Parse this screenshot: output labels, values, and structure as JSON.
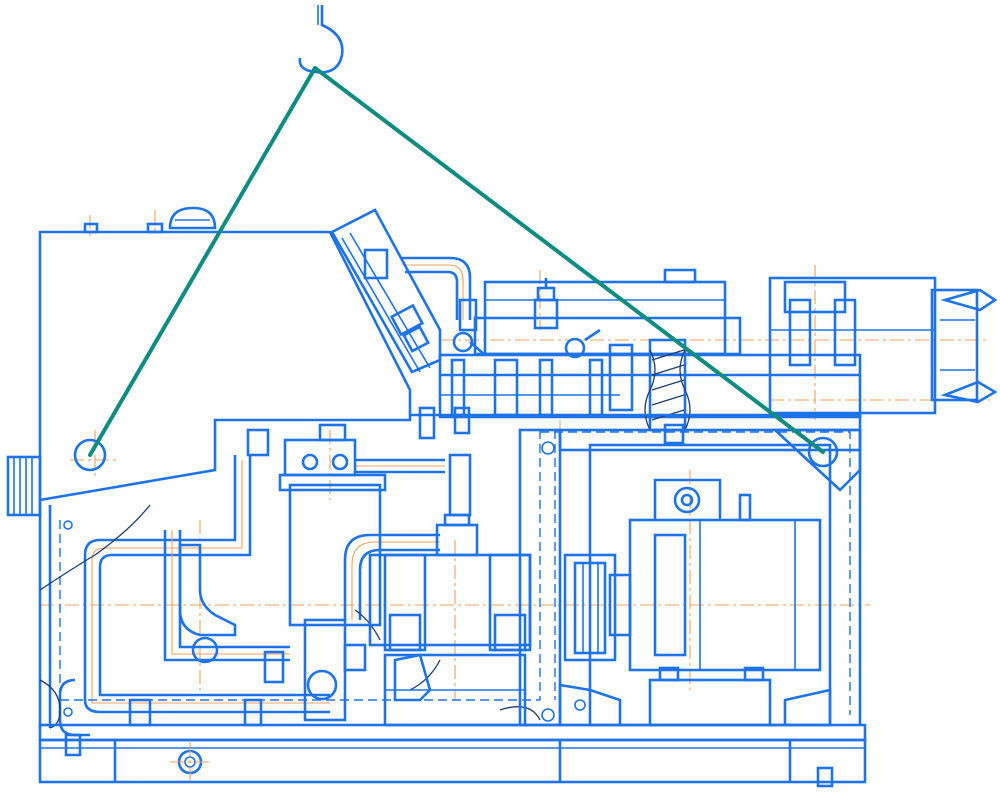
{
  "drawing": {
    "kind": "technical-drawing",
    "colors": {
      "background": "#ffffff",
      "outline": "#1E73E8",
      "axis_lines": "#F0A060",
      "sling": "#0E8C7F",
      "break_line": "#1E3A6E"
    },
    "components": [
      "lifting-hook",
      "sling-rope",
      "tank",
      "filler-cap",
      "inclined-panel",
      "valve-block",
      "pump",
      "electric-motor",
      "coupling",
      "side-unit",
      "base-frame",
      "pipework",
      "lifting-lugs"
    ]
  }
}
